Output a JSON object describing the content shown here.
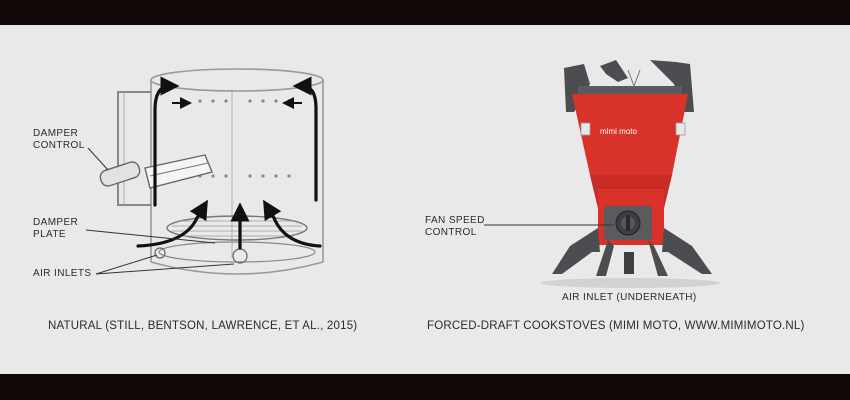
{
  "left_figure": {
    "damper_control_line1": "DAMPER",
    "damper_control_line2": "CONTROL",
    "damper_plate_line1": "DAMPER",
    "damper_plate_line2": "PLATE",
    "air_inlets": "AIR INLETS",
    "caption": "NATURAL (STILL, BENTSON, LAWRENCE, ET AL., 2015)"
  },
  "right_figure": {
    "fan_speed_line1": "FAN SPEED",
    "fan_speed_line2": "CONTROL",
    "air_inlet": "AIR INLET (UNDERNEATH)",
    "brand": "mimi moto",
    "caption": "FORCED-DRAFT COOKSTOVES (MIMI MOTO, WWW.MIMIMOTO.NL)"
  },
  "colors": {
    "stove_red": "#d8322a",
    "dark_grey": "#4c4d50",
    "bar": "#120808",
    "background": "#e9e9e9"
  }
}
